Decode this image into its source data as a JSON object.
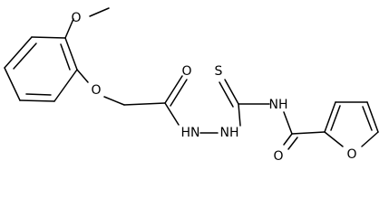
{
  "molecule": {
    "atoms": {
      "methoxy_o": "O",
      "ether_o": "O",
      "carbonyl_o_left": "O",
      "hydrazide_nh": "HN",
      "hydrazine_nh": "NH",
      "thione_s": "S",
      "amide_nh": "NH",
      "carbonyl_o_right": "O",
      "furan_o": "O"
    }
  }
}
